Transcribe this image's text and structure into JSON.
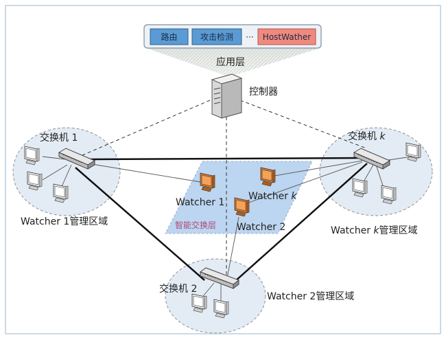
{
  "app_layer": {
    "boxes": [
      {
        "label": "路由",
        "color": "#5b9bd5"
      },
      {
        "label": "攻击检测",
        "color": "#5b9bd5"
      },
      {
        "label": "HostWather",
        "color": "#f08a7e"
      }
    ],
    "ellipsis": "···",
    "title": "应用层"
  },
  "controller": {
    "label": "控制器"
  },
  "switches": {
    "s1": {
      "label": "交换机 1"
    },
    "s2": {
      "label": "交换机 2"
    },
    "sk": {
      "label_prefix": "交换机",
      "label_var": "k"
    }
  },
  "watchers": {
    "w1": {
      "label": "Watcher 1"
    },
    "w2": {
      "label": "Watcher 2"
    },
    "wk": {
      "label_prefix": "Watcher",
      "label_var": "k"
    }
  },
  "regions": {
    "r1": {
      "label": "Watcher 1管理区域"
    },
    "r2": {
      "label": "Watcher 2管理区域"
    },
    "rk": {
      "prefix": "Watcher",
      "var": "k",
      "suffix": "管理区域"
    }
  },
  "smart_layer": {
    "label": "智能交换层"
  }
}
